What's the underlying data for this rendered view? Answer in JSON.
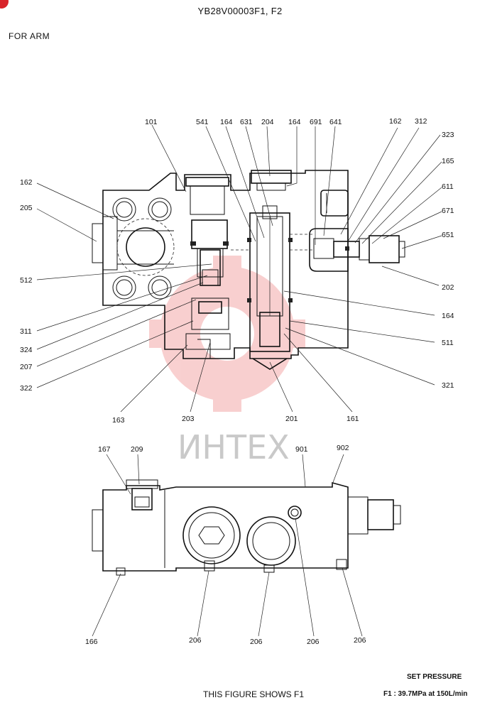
{
  "header": {
    "title": "YB28V00003F1, F2",
    "subtitle": "FOR ARM"
  },
  "watermark": {
    "text": "ИНТЕХ",
    "gear_color": "#e64545"
  },
  "callouts_top": {
    "c101": "101",
    "c541": "541",
    "c164a": "164",
    "c631": "631",
    "c204": "204",
    "c164b": "164",
    "c691": "691",
    "c641": "641",
    "c162r": "162",
    "c312": "312",
    "c323": "323",
    "c165": "165",
    "c611": "611",
    "c671": "671",
    "c651": "651",
    "c202": "202",
    "c164c": "164",
    "c511": "511",
    "c321": "321",
    "c161": "161",
    "c201": "201",
    "c203": "203",
    "c163": "163",
    "c322": "322",
    "c207": "207",
    "c324": "324",
    "c311": "311",
    "c512": "512",
    "c205": "205",
    "c162l": "162"
  },
  "callouts_bottom": {
    "c167": "167",
    "c209": "209",
    "c901": "901",
    "c902": "902",
    "c166": "166",
    "c206a": "206",
    "c206b": "206",
    "c206c": "206",
    "c206d": "206"
  },
  "footer": {
    "caption": "THIS FIGURE SHOWS  F1",
    "set_pressure_title": "SET PRESSURE",
    "set_pressure_value": "F1 : 39.7MPa  at  150L/min"
  },
  "colors": {
    "badge": "#d8242a",
    "line": "#111111"
  }
}
